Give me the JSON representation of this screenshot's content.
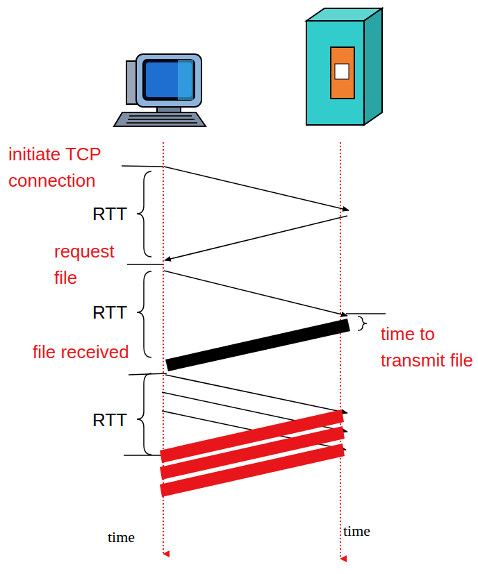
{
  "diagram": {
    "labels": [
      "initiate TCP connection",
      "RTT",
      "request file",
      "RTT",
      "time to transmit file",
      "file received",
      "RTT",
      "time",
      "time"
    ]
  }
}
